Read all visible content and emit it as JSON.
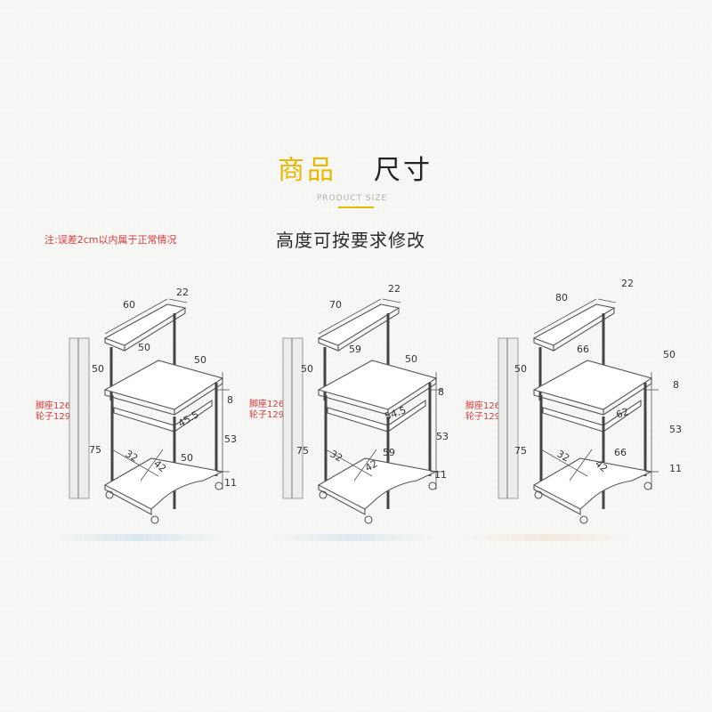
{
  "title": {
    "part1": "商品",
    "part2": "尺寸",
    "subtitle": "PRODUCT SIZE"
  },
  "headline": "高度可按要求修改",
  "note": "注:误差2cm以内属于正常情况",
  "colors": {
    "accent": "#e6b800",
    "note_red": "#d93a3a",
    "line": "#555555"
  },
  "products": [
    {
      "top_length": "60",
      "top_depth": "22",
      "shelf_to_desk": "50",
      "desk_width": "50",
      "desk_depth": "50",
      "keyboard_gap": "8",
      "keyboard_width": "45.5",
      "desk_height": "53",
      "base_depth": "32",
      "base_diag": "42",
      "base_width": "50",
      "wheel_height": "11",
      "total_height": "75",
      "foot_height": "脚座126",
      "wheel_total": "轮子129"
    },
    {
      "top_length": "70",
      "top_depth": "22",
      "shelf_to_desk": "50",
      "desk_width": "59",
      "desk_depth": "50",
      "keyboard_gap": "8",
      "keyboard_width": "54.5",
      "desk_height": "53",
      "base_depth": "32",
      "base_diag": "42",
      "base_width": "59",
      "wheel_height": "11",
      "total_height": "75",
      "foot_height": "脚座126",
      "wheel_total": "轮子129"
    },
    {
      "top_length": "80",
      "top_depth": "22",
      "shelf_to_desk": "50",
      "desk_width": "66",
      "desk_depth": "50",
      "keyboard_gap": "8",
      "keyboard_width": "62",
      "desk_height": "53",
      "base_depth": "32",
      "base_diag": "42",
      "base_width": "66",
      "wheel_height": "11",
      "total_height": "75",
      "foot_height": "脚座126",
      "wheel_total": "轮子129"
    }
  ]
}
